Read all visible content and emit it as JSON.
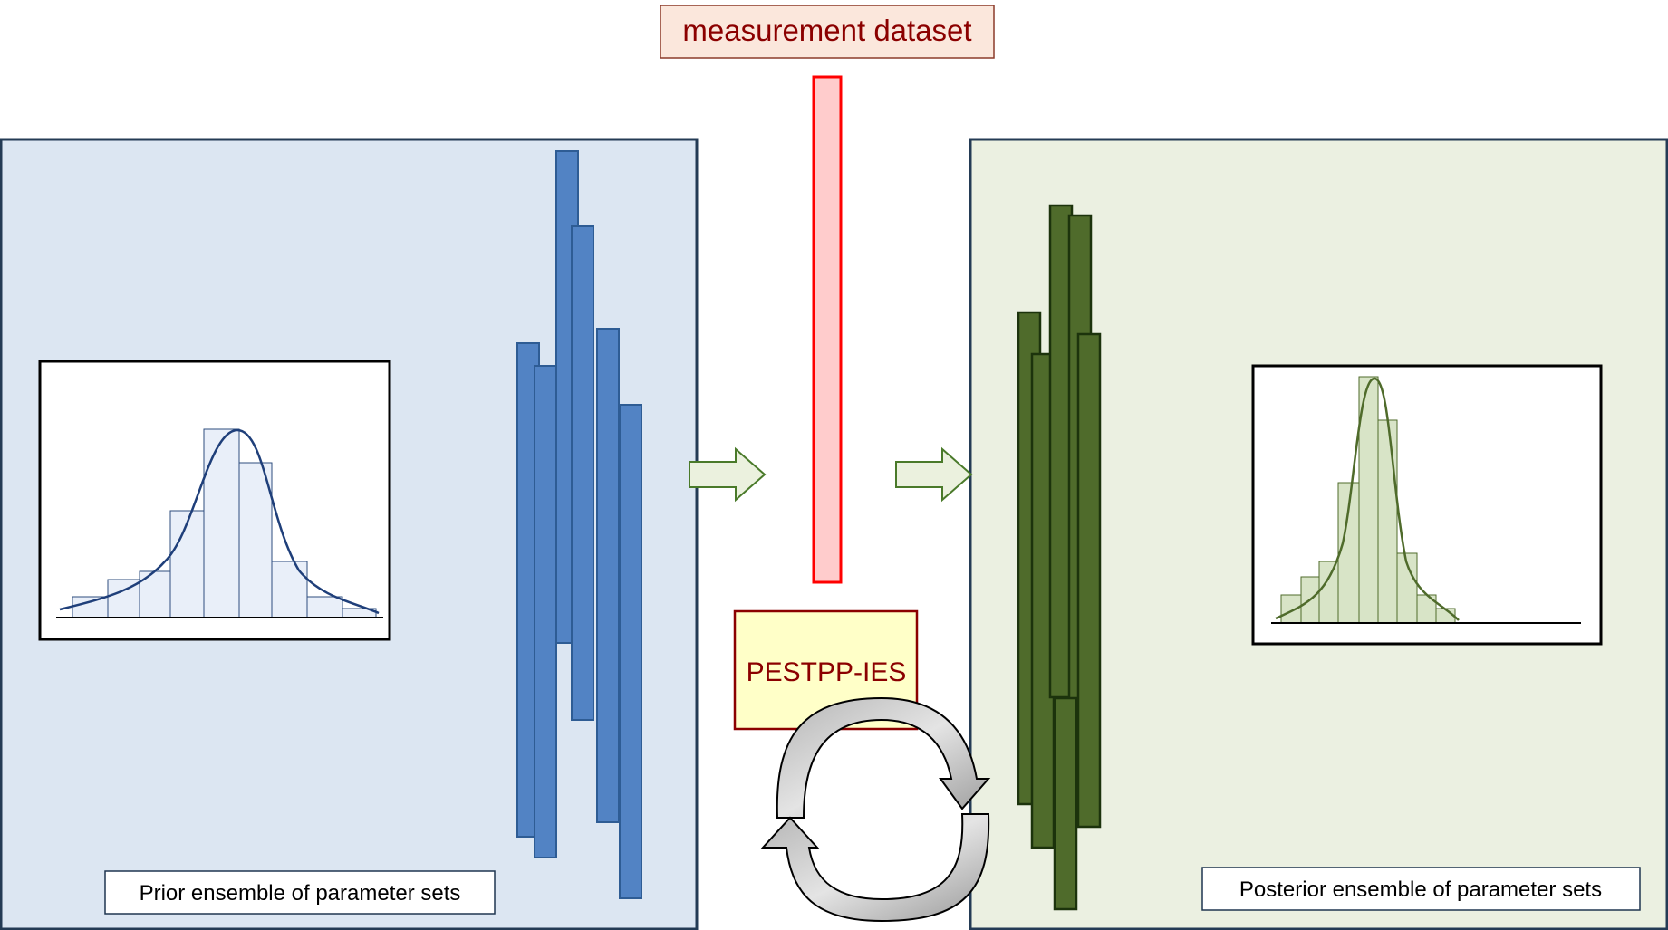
{
  "measurement": {
    "label": "measurement dataset",
    "text_color": "#8b0000",
    "box_fill": "#fbe7dc",
    "bar_fill": "#ffcccc",
    "bar_stroke": "#ff0000"
  },
  "engine": {
    "label": "PESTPP-IES",
    "text_color": "#8b0000",
    "box_fill": "#ffffc8"
  },
  "prior": {
    "caption": "Prior ensemble of parameter sets",
    "panel_fill": "#dce6f2",
    "bar_fill": "#5283c4",
    "bar_stroke": "#2e5c94",
    "hist_fill": "#e9eff9",
    "curve_color": "#1f3f7a"
  },
  "posterior": {
    "caption": "Posterior ensemble of parameter sets",
    "panel_fill": "#ebf0e1",
    "bar_fill": "#4f6b2b",
    "bar_stroke": "#1c330c",
    "hist_fill": "#d8e4c7",
    "curve_color": "#4f6b2b"
  },
  "arrows": {
    "fill": "#ebf1de",
    "stroke": "#4a7a2a"
  },
  "cycle_icon": "circular-refresh-arrows-icon"
}
